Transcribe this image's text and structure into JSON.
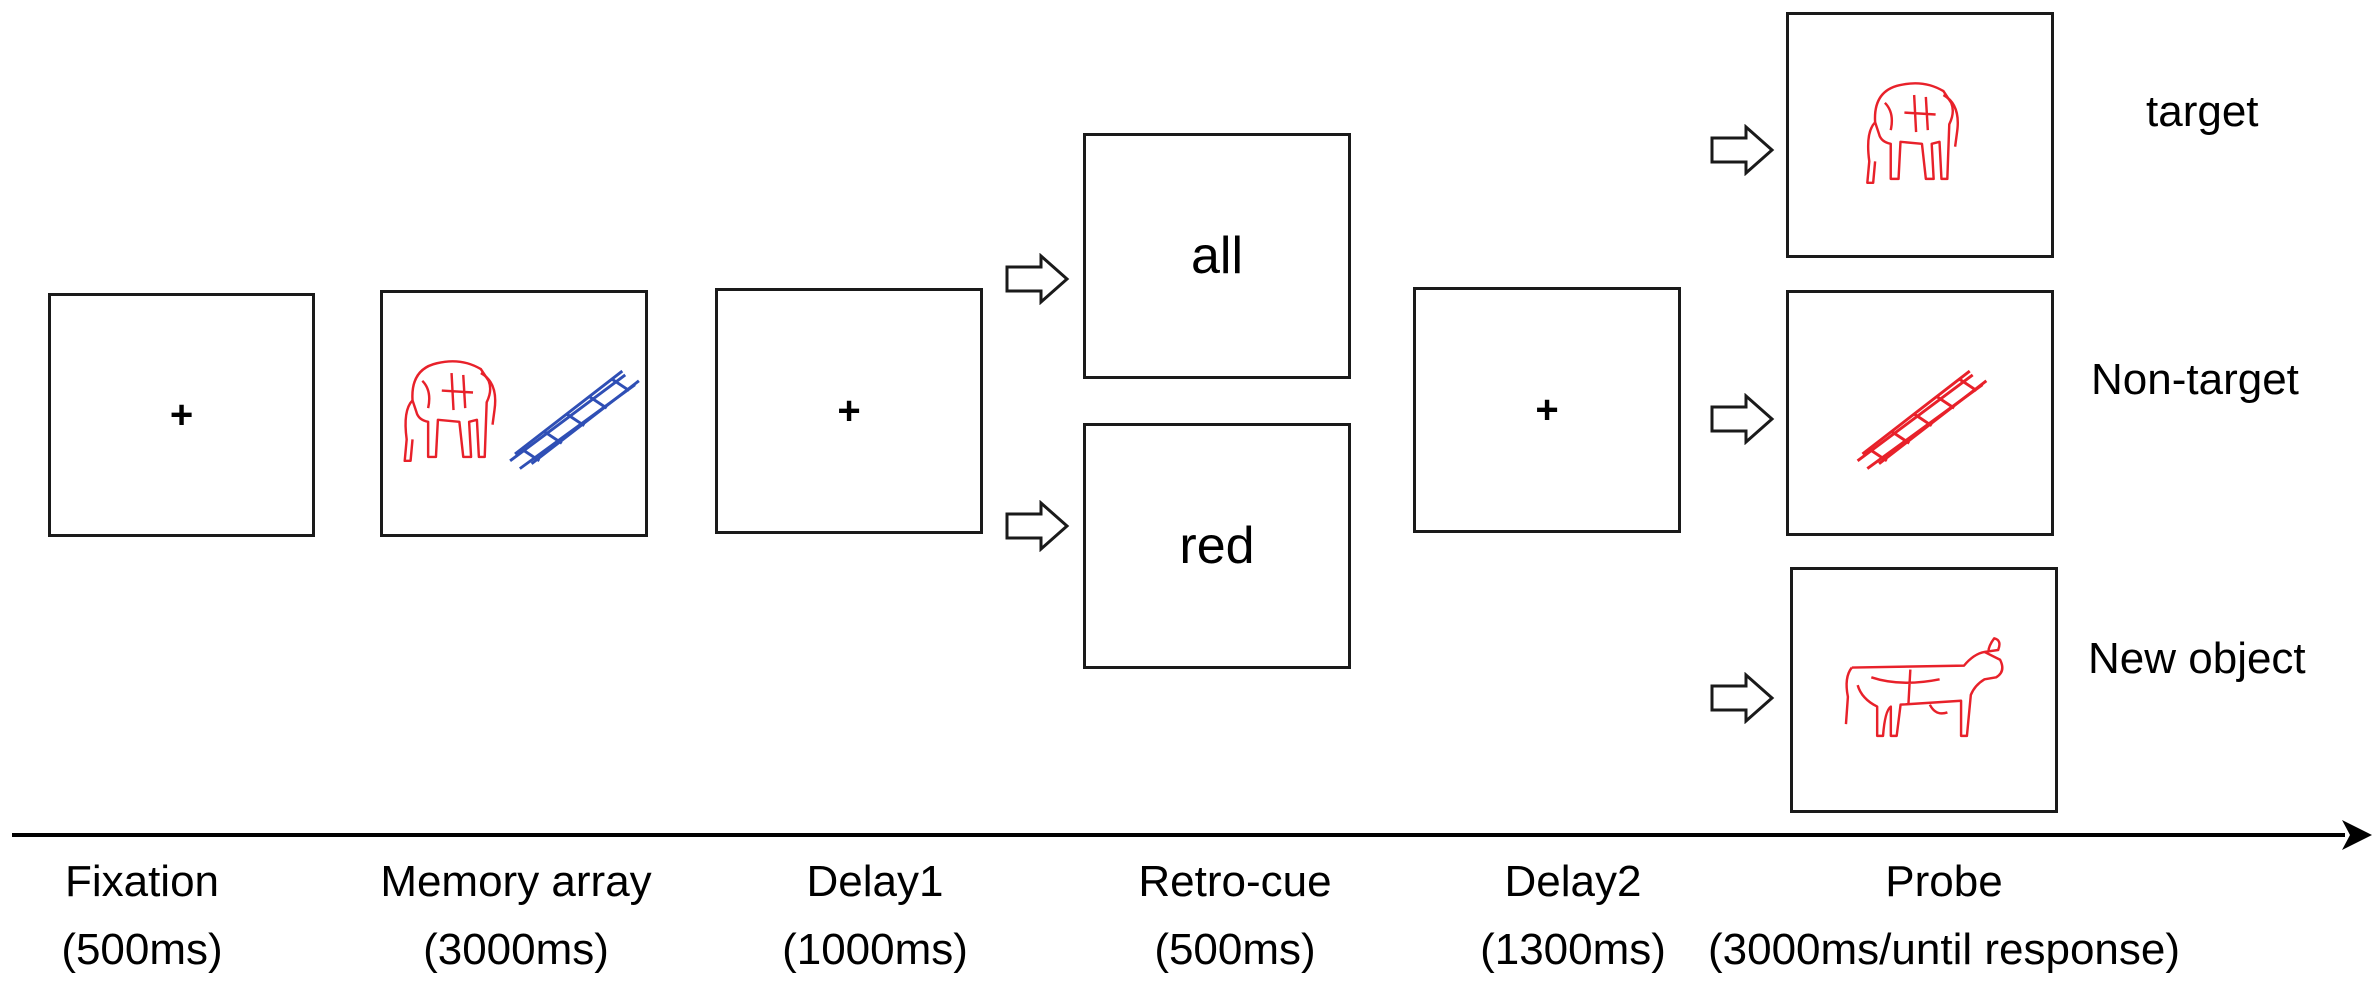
{
  "colors": {
    "frame": "#1a1a1a",
    "red_object": "#e8212a",
    "blue_object": "#2f4fb5",
    "arrow": "#1a1a1a"
  },
  "screens": {
    "fixation_symbol": "+",
    "delay1_symbol": "+",
    "delay2_symbol": "+",
    "memory_array_objects": [
      "elephant",
      "ladder"
    ],
    "retro_cue_all": "all",
    "retro_cue_red": "red",
    "probe_objects": [
      "elephant",
      "ladder",
      "cow"
    ]
  },
  "probe_labels": {
    "target": "target",
    "non_target": "Non-target",
    "new_object": "New object"
  },
  "stages": [
    {
      "name": "Fixation",
      "duration": "(500ms)"
    },
    {
      "name": "Memory array",
      "duration": "(3000ms)"
    },
    {
      "name": "Delay1",
      "duration": "(1000ms)"
    },
    {
      "name": "Retro-cue",
      "duration": "(500ms)"
    },
    {
      "name": "Delay2",
      "duration": "(1300ms)"
    },
    {
      "name": "Probe",
      "duration": "(3000ms/until response)"
    }
  ]
}
